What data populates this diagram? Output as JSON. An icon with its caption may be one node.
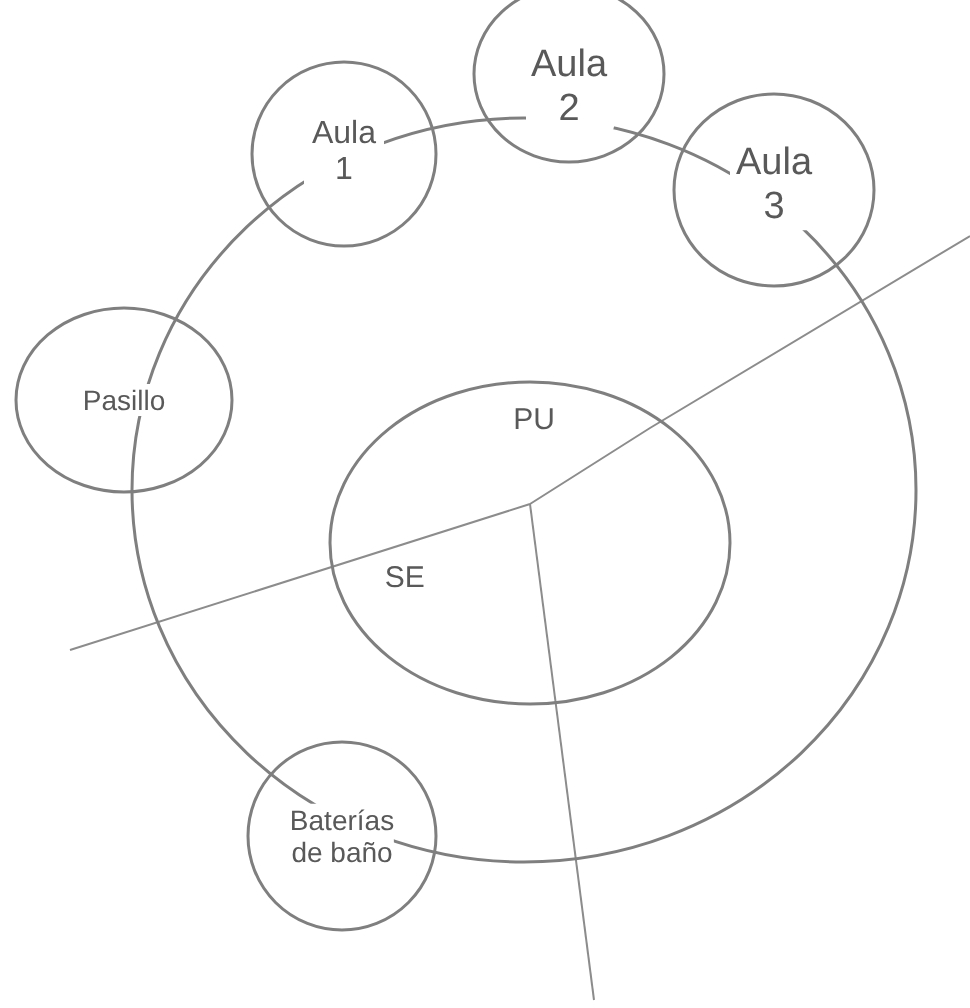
{
  "diagram": {
    "nodes": [
      {
        "text": [
          "Aula 1"
        ]
      },
      {
        "text": [
          "Aula 2"
        ]
      },
      {
        "text": [
          "Aula 3"
        ]
      },
      {
        "text": [],
        "shape": "circle"
      },
      {
        "text": [
          "Pasillo"
        ]
      },
      {
        "text": [
          "PU",
          "SE"
        ],
        "in": 3
      },
      {
        "text": [
          "Baterías de baño"
        ]
      }
    ]
  }
}
